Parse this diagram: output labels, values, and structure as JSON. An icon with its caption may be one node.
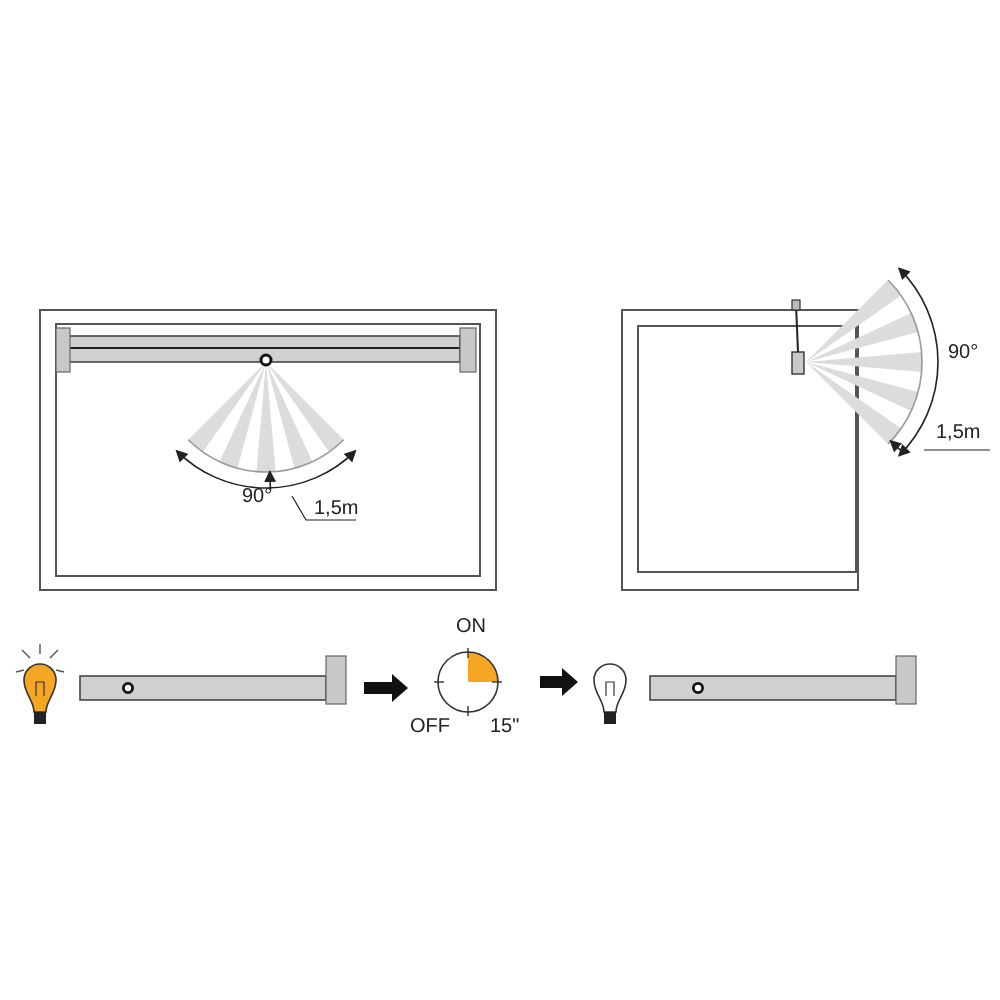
{
  "diagram": {
    "nodes": [
      {
        "text": [],
        "shape": "picture"
      },
      {
        "text": [
          "ON",
          "OFF",
          "15\""
        ]
      },
      {
        "text": [],
        "shape": "picture"
      }
    ],
    "edges": [
      {
        "from": 0,
        "to": 1,
        "arrow": "to"
      },
      {
        "from": 1,
        "to": 2,
        "arrow": "to"
      }
    ],
    "labels": [
      "90°",
      "1,5m",
      "90°",
      "1,5m"
    ]
  }
}
